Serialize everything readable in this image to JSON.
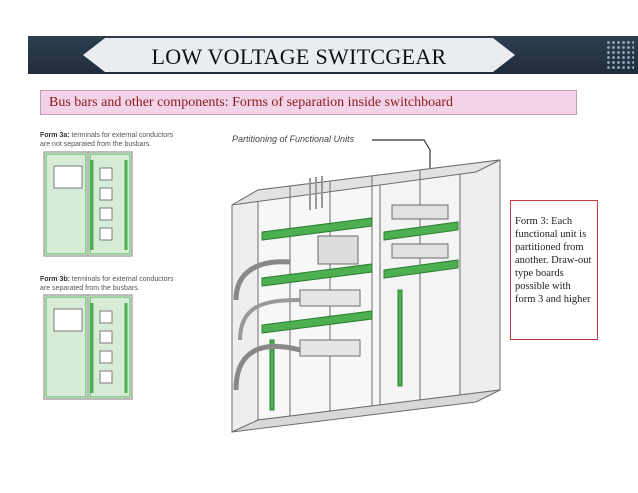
{
  "header": {
    "title": "LOW VOLTAGE SWITCGEAR"
  },
  "subtitle": "Bus bars and other components: Forms of separation inside switchboard",
  "form3a": {
    "label": "Form 3a:",
    "text_line1": "terminals for external conductors",
    "text_line2": "are not separated from the busbars."
  },
  "form3b": {
    "label": "Form 3b:",
    "text_line1": "terminals for external conductors",
    "text_line2": "are separated from the busbars."
  },
  "partition_label": "Partitioning of Functional Units",
  "note": "Form 3: Each functional unit is partitioned from another. Draw-out type boards possible with form 3 and higher",
  "colors": {
    "title_bar": "#2f3f50",
    "subtitle_bg": "#f2d3e8",
    "subtitle_text": "#8b1a1a",
    "partition_green": "#4caf50",
    "note_border": "#c83c3c"
  }
}
